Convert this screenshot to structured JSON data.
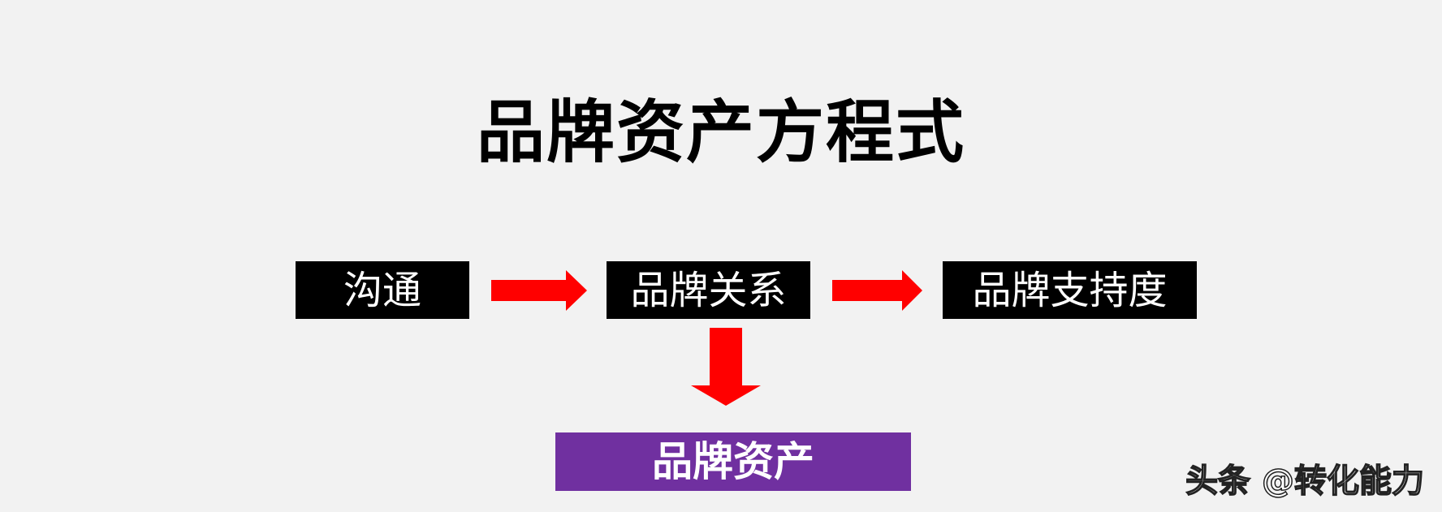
{
  "title": "品牌资产方程式",
  "nodes": {
    "communication": "沟通",
    "brand_relationship": "品牌关系",
    "brand_support": "品牌支持度",
    "brand_equity": "品牌资产"
  },
  "colors": {
    "background": "#f2f2f2",
    "box_black": "#000000",
    "box_purple": "#7030a0",
    "arrow": "#ff0000"
  },
  "watermark": "头条 @转化能力"
}
